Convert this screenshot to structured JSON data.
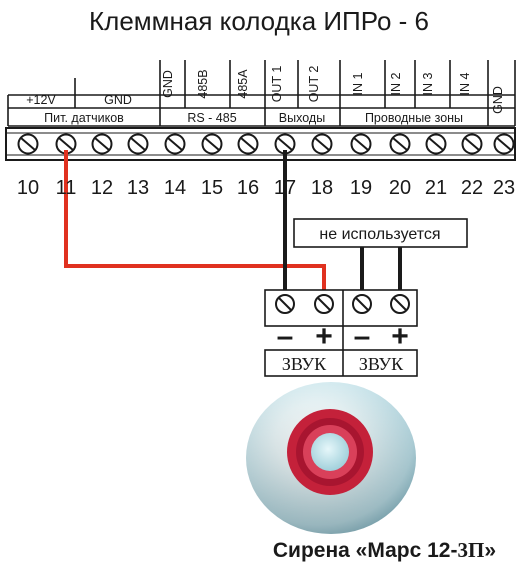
{
  "title": "Клеммная колодка ИПРо - 6",
  "header": {
    "top_labels": [
      "+12V",
      "GND",
      "GND",
      "485B",
      "485A",
      "OUT 1",
      "OUT 2",
      "IN 1",
      "IN 2",
      "IN 3",
      "IN 4",
      "GND"
    ],
    "group_labels": [
      "Пит. датчиков",
      "RS - 485",
      "Выходы",
      "Проводные зоны"
    ]
  },
  "terminal_numbers": [
    "10",
    "11",
    "12",
    "13",
    "14",
    "15",
    "16",
    "17",
    "18",
    "19",
    "20",
    "21",
    "22",
    "23"
  ],
  "note": "не используется",
  "siren": {
    "polarity": [
      "–",
      "+",
      "–",
      "+"
    ],
    "sound_labels": [
      "ЗВУК",
      "ЗВУК"
    ],
    "caption_main": "Сирена «Марс 12-",
    "caption_model": "3П",
    "caption_end": "»"
  },
  "colors": {
    "wire_black": "#1a1a1a",
    "wire_red": "#e0311f",
    "siren_red": "#c4213a",
    "siren_blue": "#bfe6ec"
  }
}
